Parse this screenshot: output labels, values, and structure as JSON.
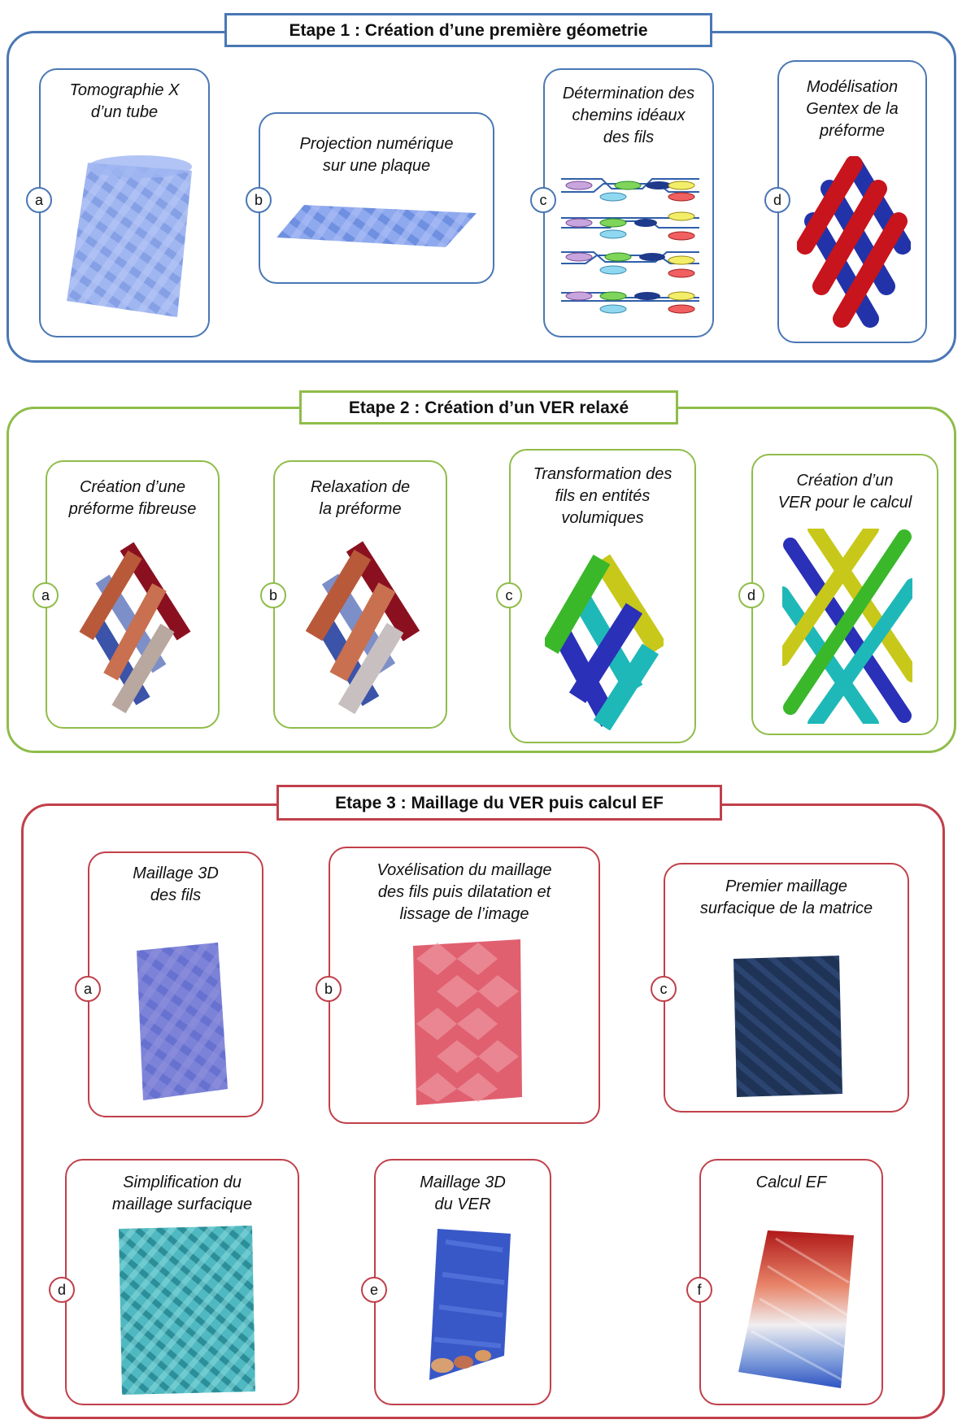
{
  "stages": [
    {
      "title": "Etape 1 : Création  d’une première géometrie",
      "steps": [
        {
          "label": "a",
          "caption": "Tomographie X\nd’un tube"
        },
        {
          "label": "b",
          "caption": "Projection numérique\nsur une plaque"
        },
        {
          "label": "c",
          "caption": "Détermination des\nchemins idéaux\ndes fils"
        },
        {
          "label": "d",
          "caption": "Modélisation\nGentex de la\npréforme"
        }
      ]
    },
    {
      "title": "Etape 2 : Création  d’un VER relaxé",
      "steps": [
        {
          "label": "a",
          "caption": "Création d’une\npréforme fibreuse"
        },
        {
          "label": "b",
          "caption": "Relaxation de\nla préforme"
        },
        {
          "label": "c",
          "caption": "Transformation des\nfils en entités\nvolumiques"
        },
        {
          "label": "d",
          "caption": "Création d’un\nVER pour le calcul"
        }
      ]
    },
    {
      "title": "Etape 3 : Maillage du VER puis calcul EF",
      "steps": [
        {
          "label": "a",
          "caption": "Maillage 3D\ndes fils"
        },
        {
          "label": "b",
          "caption": "Voxélisation du maillage\ndes fils puis dilatation et\nlissage de l’image"
        },
        {
          "label": "c",
          "caption": "Premier maillage\nsurfacique de la matrice"
        },
        {
          "label": "d",
          "caption": "Simplification du\nmaillage surfacique"
        },
        {
          "label": "e",
          "caption": "Maillage 3D\ndu VER"
        },
        {
          "label": "f",
          "caption": "Calcul EF"
        }
      ]
    }
  ],
  "colors": {
    "stage1": "#4a77b4",
    "stage2": "#8fbd4a",
    "stage3": "#c0404a"
  }
}
